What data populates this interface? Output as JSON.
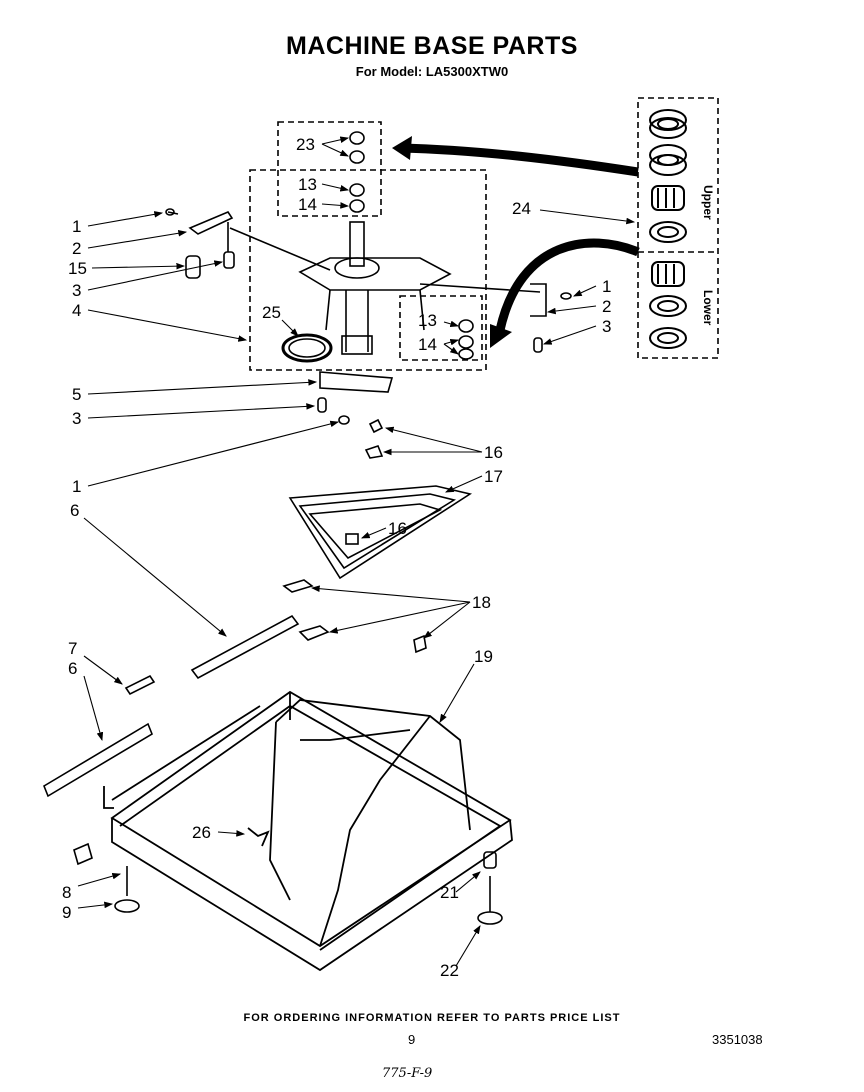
{
  "header": {
    "title": "MACHINE BASE PARTS",
    "subtitle": "For Model: LA5300XTW0"
  },
  "inset": {
    "upper_label": "Upper",
    "lower_label": "Lower"
  },
  "callouts": {
    "c23": "23",
    "c13a": "13",
    "c14a": "14",
    "c1a": "1",
    "c2a": "2",
    "c15": "15",
    "c3a": "3",
    "c4": "4",
    "c25": "25",
    "c13b": "13",
    "c14b": "14",
    "c1b": "1",
    "c2b": "2",
    "c3b": "3",
    "c24": "24",
    "c5": "5",
    "c3c": "3",
    "c1c": "1",
    "c16a": "16",
    "c17": "17",
    "c16b": "16",
    "c6a": "6",
    "c18": "18",
    "c7": "7",
    "c6b": "6",
    "c19": "19",
    "c26": "26",
    "c8": "8",
    "c9": "9",
    "c21": "21",
    "c22": "22"
  },
  "footer": {
    "ordering_note": "FOR ORDERING INFORMATION REFER TO PARTS PRICE LIST",
    "page_number": "9",
    "document_number": "3351038",
    "handwritten_note": "775-F-9"
  }
}
